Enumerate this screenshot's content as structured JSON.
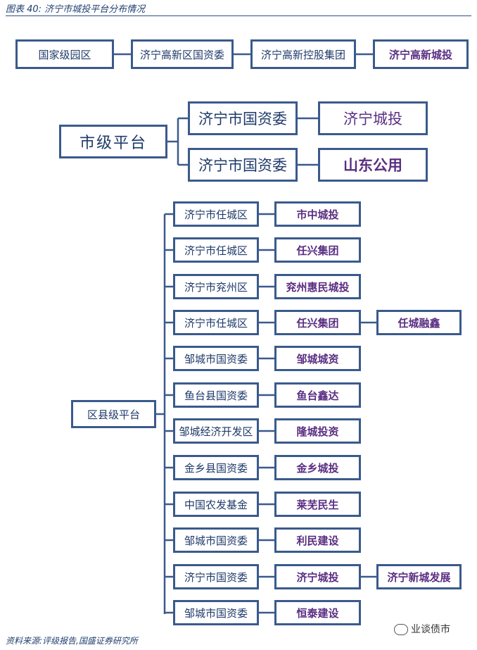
{
  "header": {
    "title": "图表 40:  济宁市城投平台分布情况"
  },
  "row1": [
    "国家级园区",
    "济宁高新区国资委",
    "济宁高新控股集团",
    "济宁高新城投"
  ],
  "city": {
    "root": "市级平台",
    "branches": [
      {
        "owner": "济宁市国资委",
        "platform": "济宁城投"
      },
      {
        "owner": "济宁市国资委",
        "platform": "山东公用"
      }
    ]
  },
  "county": {
    "root": "区县级平台",
    "branches": [
      {
        "owner": "济宁市任城区",
        "platform": "市中城投",
        "sub": ""
      },
      {
        "owner": "济宁市任城区",
        "platform": "任兴集团",
        "sub": ""
      },
      {
        "owner": "济宁市兖州区",
        "platform": "兖州惠民城投",
        "sub": ""
      },
      {
        "owner": "济宁市任城区",
        "platform": "任兴集团",
        "sub": "任城融鑫"
      },
      {
        "owner": "邹城市国资委",
        "platform": "邹城城资",
        "sub": ""
      },
      {
        "owner": "鱼台县国资委",
        "platform": "鱼台鑫达",
        "sub": ""
      },
      {
        "owner": "邹城经济开发区",
        "platform": "隆城投资",
        "sub": ""
      },
      {
        "owner": "金乡县国资委",
        "platform": "金乡城投",
        "sub": ""
      },
      {
        "owner": "中国农发基金",
        "platform": "莱芜民生",
        "sub": ""
      },
      {
        "owner": "邹城市国资委",
        "platform": "利民建设",
        "sub": ""
      },
      {
        "owner": "济宁市国资委",
        "platform": "济宁城投",
        "sub": "济宁新城发展"
      },
      {
        "owner": "邹城市国资委",
        "platform": "恒泰建设",
        "sub": ""
      }
    ]
  },
  "footer": {
    "source": "资料来源:评级报告,国盛证券研究所",
    "watermark": "业谈债市"
  },
  "colors": {
    "border": "#3a5a8c",
    "text": "#1f3a6a",
    "leaf": "#5a2e82"
  }
}
